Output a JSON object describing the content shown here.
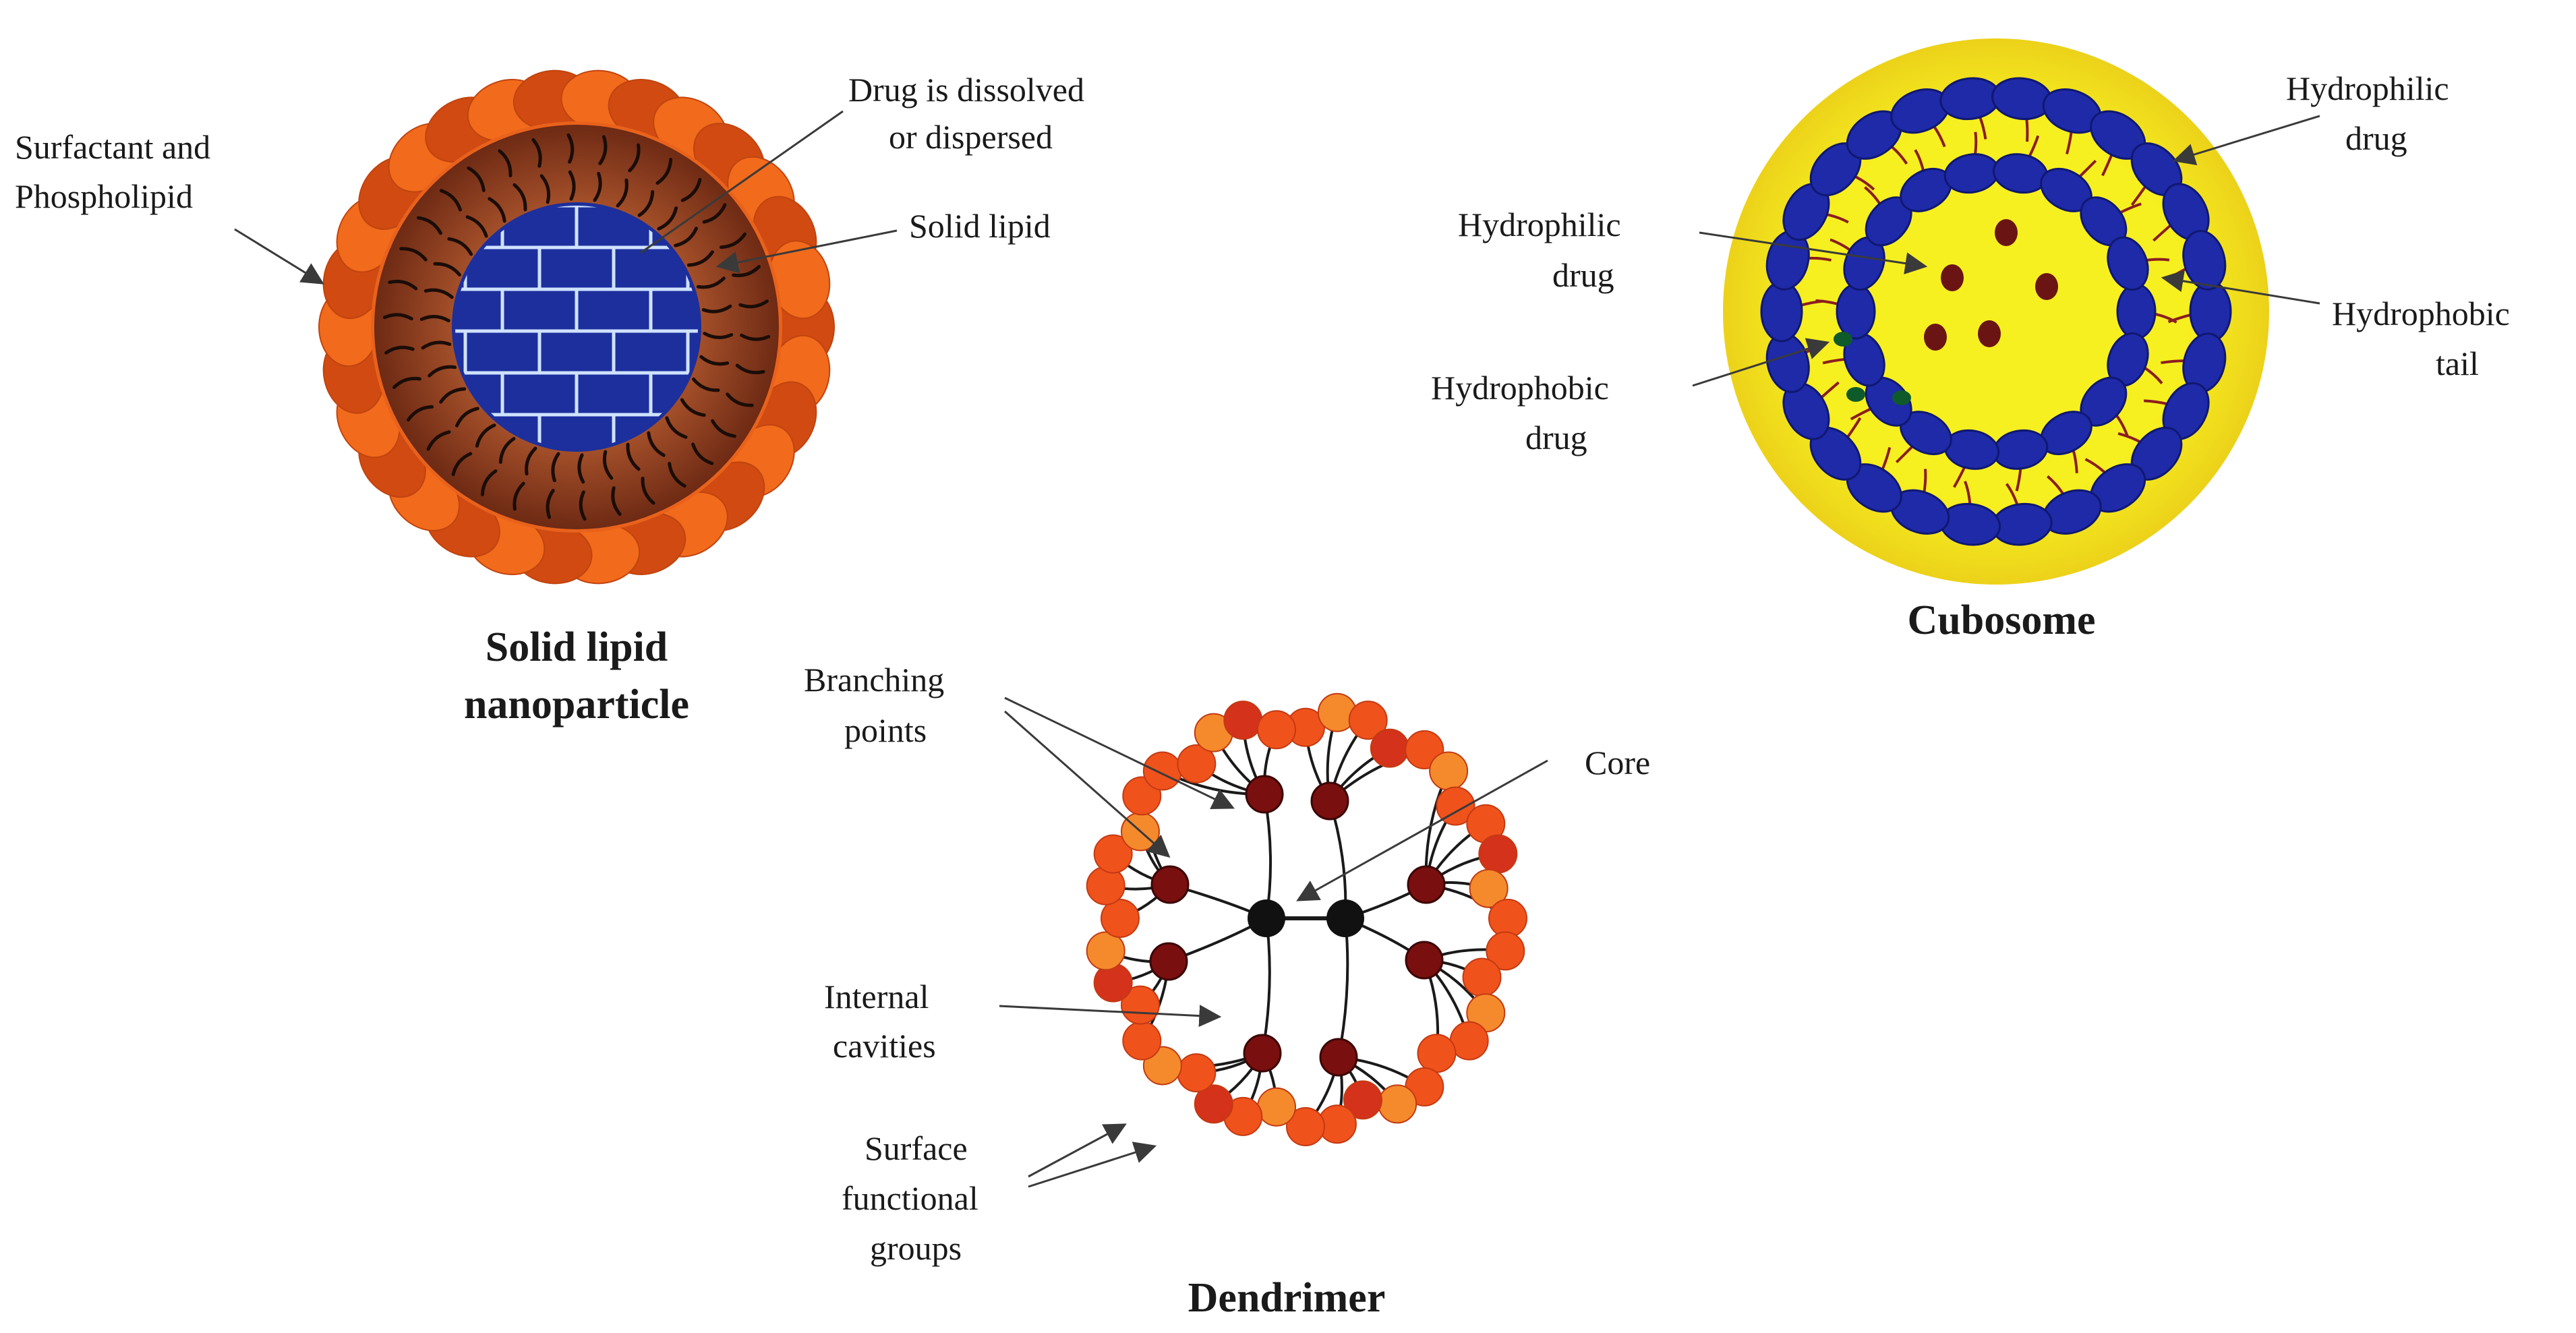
{
  "colors": {
    "sln_shell": "#f26a1b",
    "sln_shell_dark": "#d04a12",
    "sln_layer": "#8a3a1c",
    "sln_core": "#1c2f9c",
    "sln_core_grid": "#cfe2ff",
    "cub_bg": "#f6ef1a",
    "cub_head": "#1e2aa8",
    "cub_tail": "#8b1e1e",
    "drug_hydrophilic": "#6b1414",
    "drug_hydrophobic": "#0f5a2a",
    "dend_terminal": "#f0521c",
    "dend_terminal_light": "#f58a2c",
    "dend_branch": "#7a0f0f",
    "dend_core": "#111111",
    "dend_line": "#1a1a1a"
  },
  "sln": {
    "title_line1": "Solid lipid",
    "title_line2": "nanoparticle",
    "labels": {
      "surfactant_l1": "Surfactant and",
      "surfactant_l2": "Phospholipid",
      "drug_l1": "Drug is dissolved",
      "drug_l2": "or dispersed",
      "solid_lipid": "Solid lipid"
    }
  },
  "cubosome": {
    "title": "Cubosome",
    "labels": {
      "hphil_outer_l1": "Hydrophilic",
      "hphil_outer_l2": "drug",
      "hphil_inner_l1": "Hydrophilic",
      "hphil_inner_l2": "drug",
      "hphob_drug_l1": "Hydrophobic",
      "hphob_drug_l2": "drug",
      "hphob_tail_l1": "Hydrophobic",
      "hphob_tail_l2": "tail"
    }
  },
  "dendrimer": {
    "title": "Dendrimer",
    "labels": {
      "branching_l1": "Branching",
      "branching_l2": "points",
      "core": "Core",
      "internal_l1": "Internal",
      "internal_l2": "cavities",
      "surface_l1": "Surface",
      "surface_l2": "functional",
      "surface_l3": "groups"
    }
  }
}
